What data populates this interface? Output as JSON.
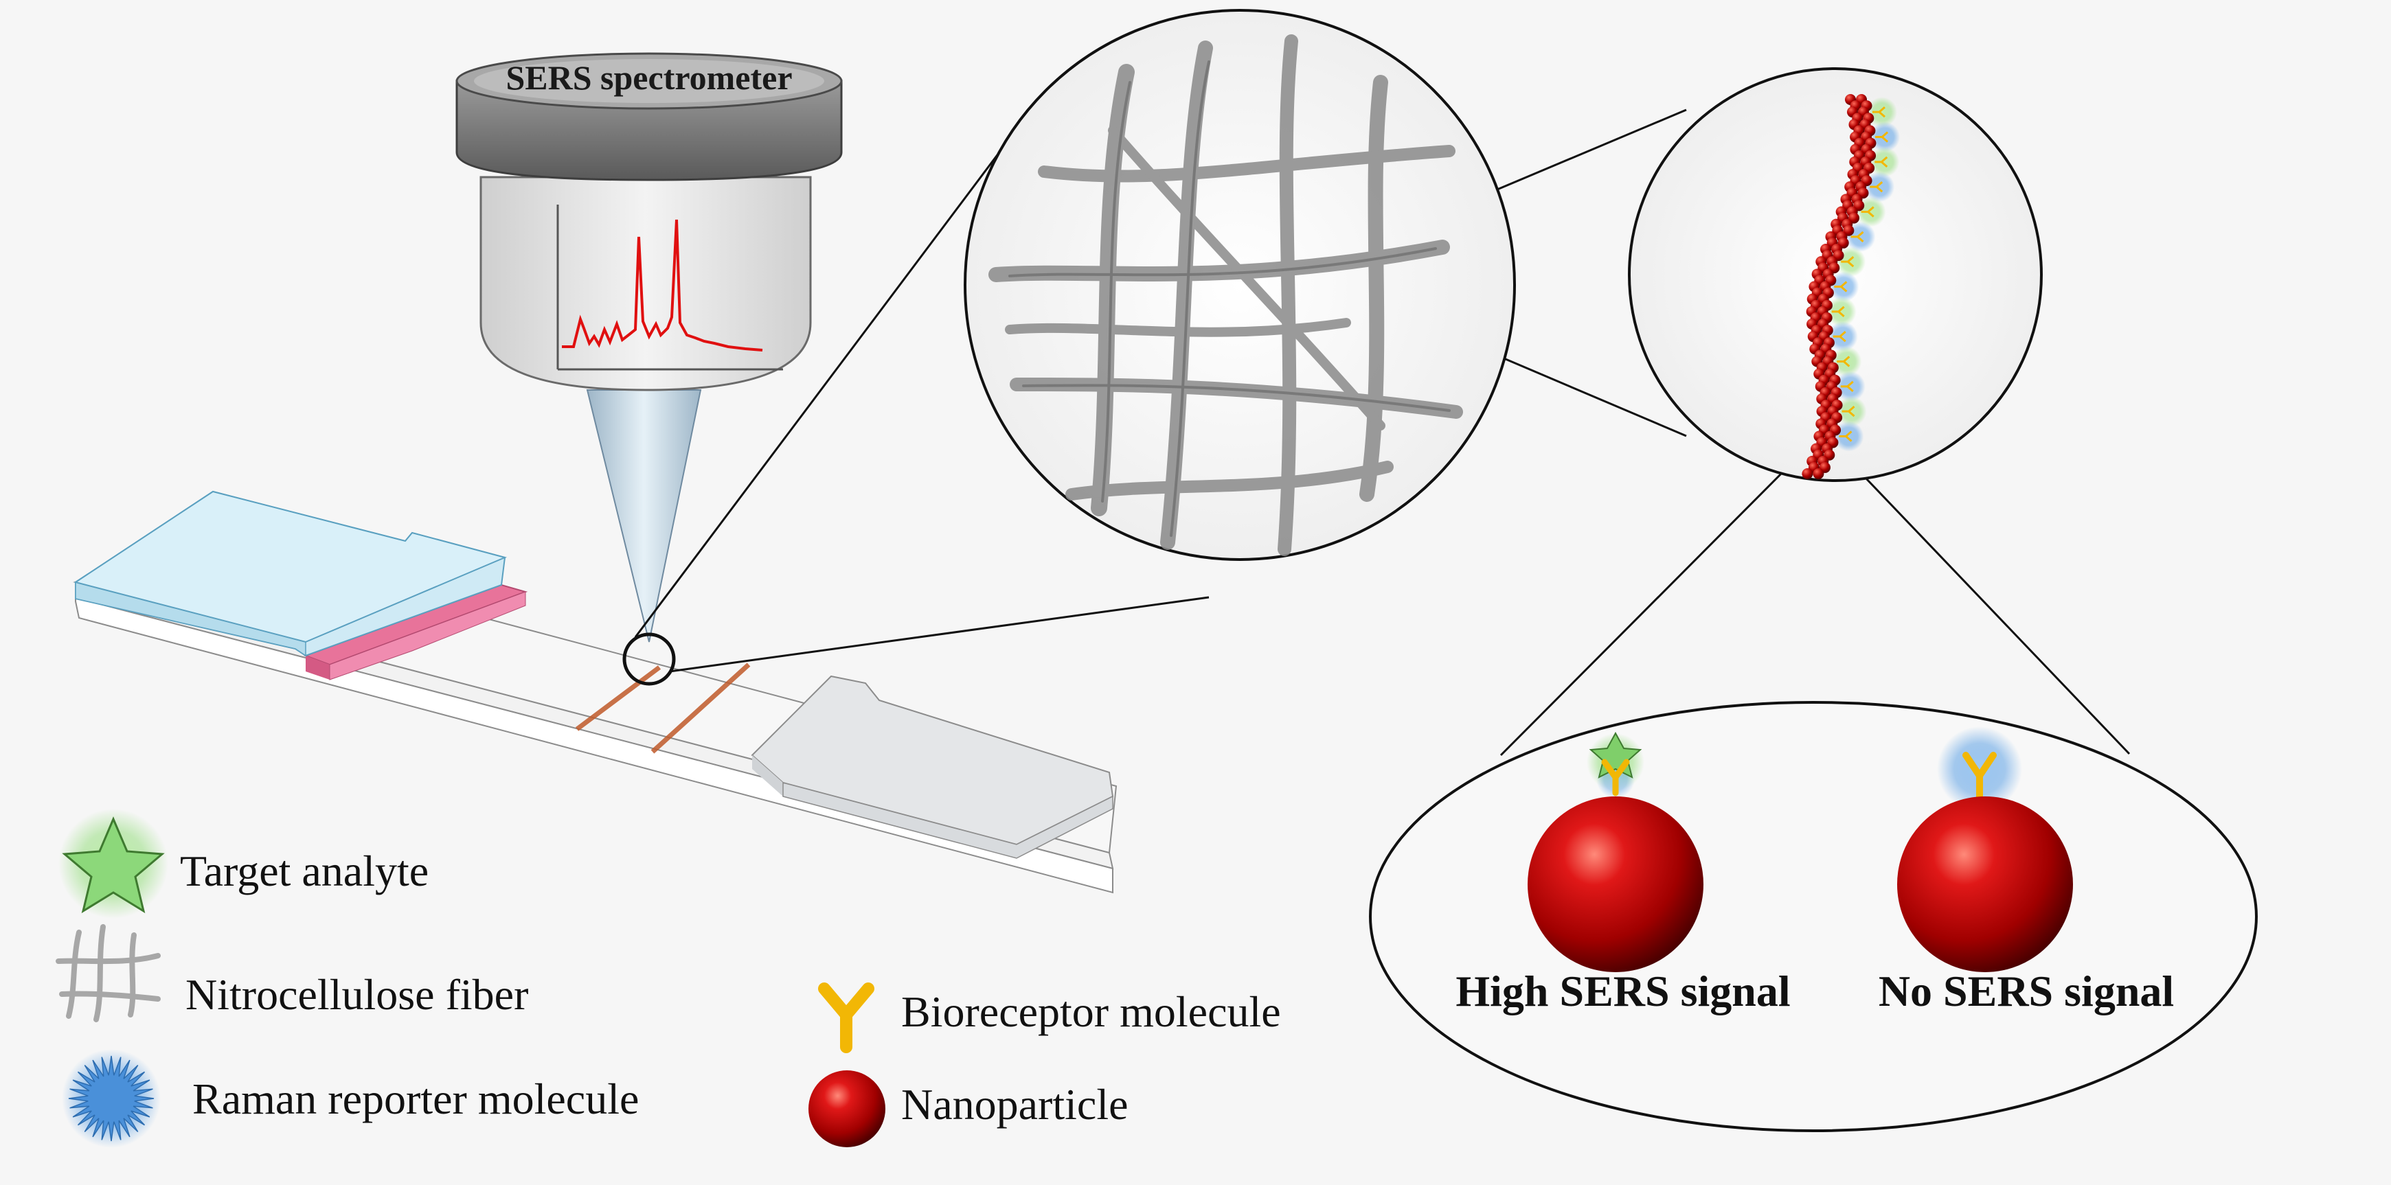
{
  "spectrometer": {
    "title": "SERS spectrometer"
  },
  "results": {
    "high_label": "High SERS signal",
    "none_label": "No SERS signal"
  },
  "legend": {
    "target_analyte": "Target analyte",
    "nitrocellulose_fiber": "Nitrocellulose fiber",
    "raman_reporter": "Raman reporter molecule",
    "bioreceptor": "Bioreceptor molecule",
    "nanoparticle": "Nanoparticle"
  },
  "colors": {
    "background": "#f6f6f6",
    "spectrum_line": "#e01010",
    "sample_pad": "#cfeaf5",
    "conjugate_pad": "#e8739a",
    "absorbent_pad": "#e4e6e8",
    "test_lines": "#c05a2a",
    "nanoparticle": "#b00000",
    "analyte_star": "#7fcf6a",
    "reporter": "#4a90d9",
    "bioreceptor": "#f2b705"
  },
  "icons": [
    "star-icon",
    "fiber-icon",
    "starburst-icon",
    "y-antibody-icon",
    "sphere-icon"
  ]
}
